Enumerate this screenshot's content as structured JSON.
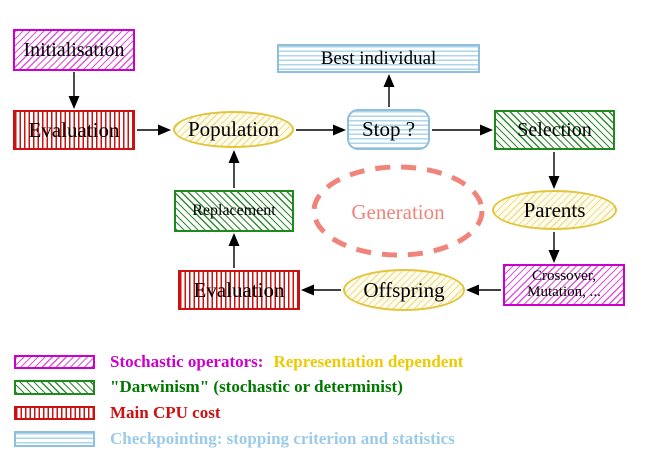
{
  "nodes": {
    "initialisation": "Initialisation",
    "evaluation_top": "Evaluation",
    "population": "Population",
    "best_individual": "Best individual",
    "stop": "Stop ?",
    "selection": "Selection",
    "replacement": "Replacement",
    "generation": "Generation",
    "parents": "Parents",
    "crossover_line1": "Crossover,",
    "crossover_line2": "Mutation, ...",
    "offspring": "Offspring",
    "evaluation_bottom": "Evaluation"
  },
  "legend": {
    "stochastic_label": "Stochastic operators:",
    "stochastic_value": "Representation dependent",
    "darwinism_label": "\"Darwinism\" (stochastic or determinist)",
    "cpu_label": "Main CPU cost",
    "checkpoint_label": "Checkpointing: stopping criterion and statistics"
  },
  "colors": {
    "magenta": "#cc00cc",
    "red": "#cc1111",
    "green_border": "#1e8a1e",
    "green_text": "#007700",
    "yellow": "#e3c53c",
    "gold_text": "#eeca00",
    "blue": "#8fbfdc",
    "blue_text": "#9ccbe8",
    "salmon": "#f0837a",
    "arrow": "#000000"
  }
}
